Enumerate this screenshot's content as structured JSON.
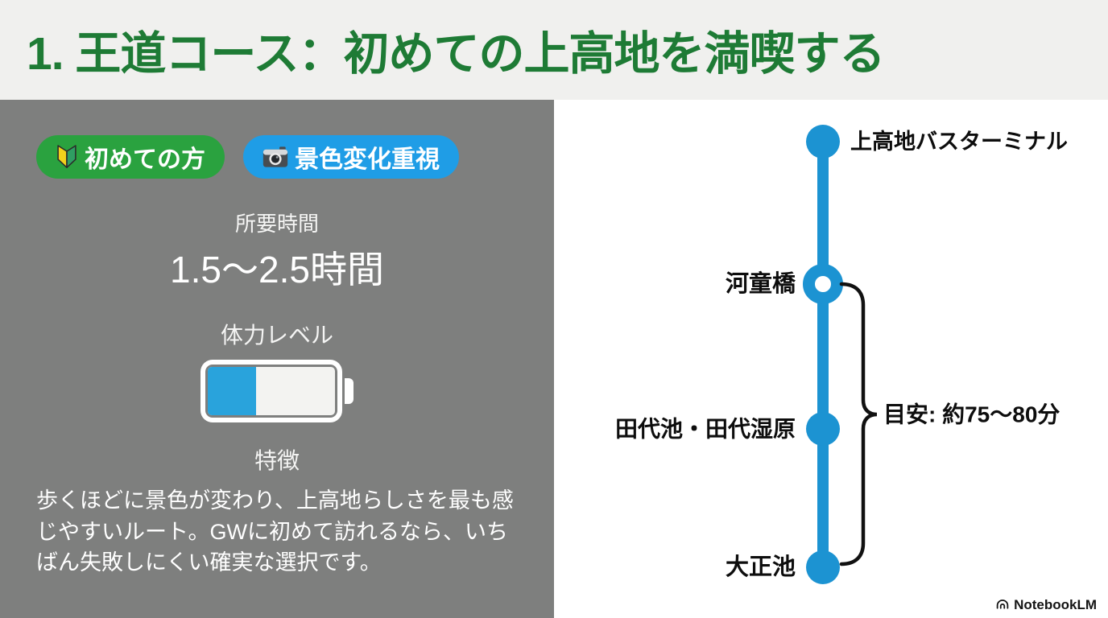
{
  "header": {
    "title": "1. 王道コース：初めての上高地を満喫する"
  },
  "left_panel": {
    "badges": [
      {
        "icon": "beginner-mark-icon",
        "label": "初めての方",
        "color": "#2aa23f"
      },
      {
        "icon": "camera-icon",
        "label": "景色変化重視",
        "color": "#1f9de6"
      }
    ],
    "duration": {
      "label": "所要時間",
      "value": "1.5〜2.5時間"
    },
    "stamina": {
      "label": "体力レベル",
      "battery_fill_percent": 38,
      "battery_fill_color": "#29a3dc"
    },
    "features": {
      "label": "特徴",
      "text": "歩くほどに景色が変わり、上高地らしさを最も感じやすいルート。GWに初めて訪れるなら、いちばん失敗しにくい確実な選択です。"
    }
  },
  "timeline": {
    "line_color": "#1c93d2",
    "stops": [
      {
        "name": "上高地バスターミナル",
        "node": "filled",
        "label_side": "right"
      },
      {
        "name": "河童橋",
        "node": "open",
        "label_side": "left"
      },
      {
        "name": "田代池・田代湿原",
        "node": "filled",
        "label_side": "left"
      },
      {
        "name": "大正池",
        "node": "filled",
        "label_side": "left"
      }
    ],
    "annotation": "目安: 約75〜80分"
  },
  "footer": {
    "brand": "NotebookLM"
  },
  "colors": {
    "title_green": "#1e7b35",
    "panel_gray": "#7e7f7e",
    "header_bg": "#f0f0ee",
    "timeline_blue": "#1c93d2"
  }
}
